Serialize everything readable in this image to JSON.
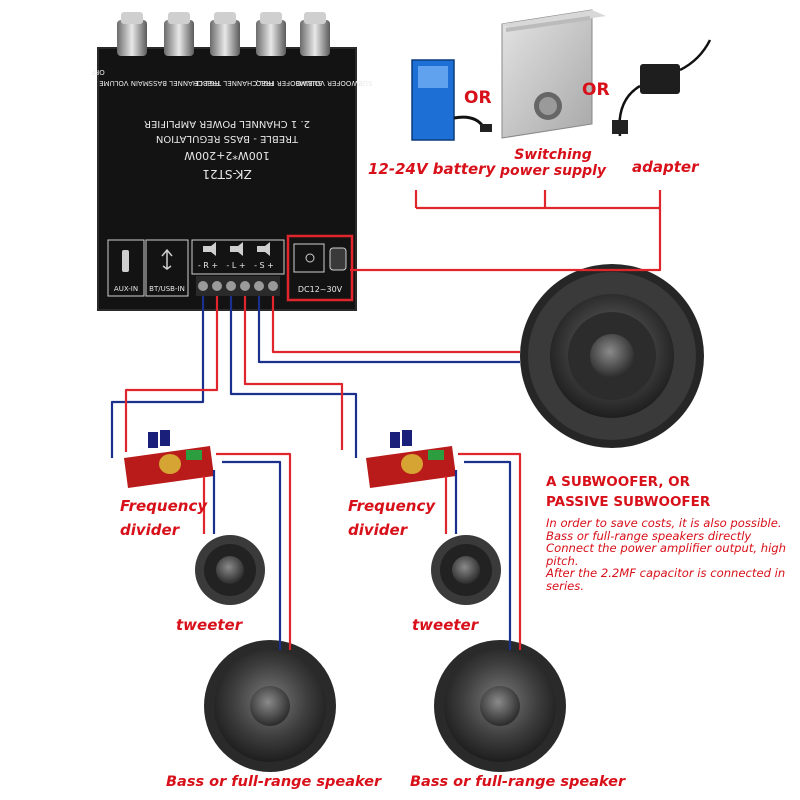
{
  "board": {
    "model": "ZK-ST21",
    "power": "100W*2+200W",
    "regulation": "TREBLE - BASS REGULATION",
    "type": "2. 1 CHANNEL POWER AMPLIFIER",
    "knob_labels": [
      "MAIN VOLUME",
      "R&L CHANNEL BASS",
      "R&L CHANNEL TREBLE",
      "SUBWOOFER FREQ",
      "SUBWOOFER VOLUME"
    ],
    "off_label": "OFF",
    "ports": {
      "aux": "AUX-IN",
      "bt": "BT/USB-IN",
      "right": "- R +",
      "left": "- L +",
      "sub": "- S +",
      "dc": "DC12~30V"
    }
  },
  "power_sources": {
    "battery": "12-24V battery",
    "switching": "Switching power supply",
    "adapter": "adapter",
    "or": "OR"
  },
  "labels": {
    "freq_divider": "Frequency divider",
    "tweeter": "tweeter",
    "bass_speaker": "Bass or full-range speaker",
    "subwoofer_title": "A SUBWOOFER, OR PASSIVE SUBWOOFER"
  },
  "notes": [
    "In order to save costs, it is also possible.",
    "Bass or full-range speakers directly",
    "Connect the power amplifier output, high pitch.",
    "After the 2.2MF capacitor is connected in series."
  ],
  "colors": {
    "red_wire": "#e0262c",
    "blue_wire": "#1b2f8c",
    "label_red": "#d8101a",
    "board": "#131313"
  }
}
